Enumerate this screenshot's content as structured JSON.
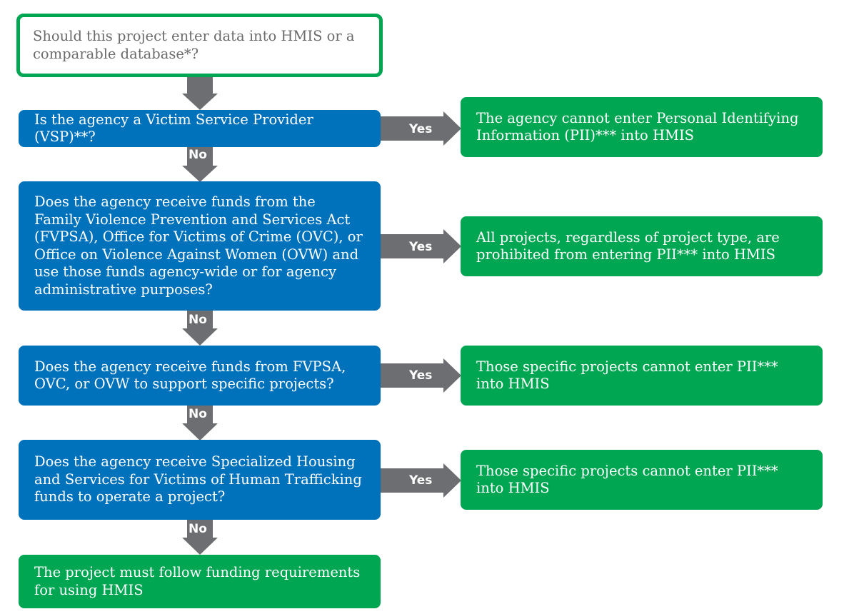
{
  "colors": {
    "question": "#0072bc",
    "answer": "#00a651",
    "arrow": "#6d6e71",
    "start_border": "#00a651"
  },
  "start": {
    "text": "Should this project enter data into HMIS or a comparable database*?"
  },
  "questions": [
    {
      "text": "Is the agency a Victim Service Provider (VSP)**?",
      "yes_label": "Yes",
      "yes_result": "The agency cannot enter Personal Identifying Information (PII)*** into HMIS",
      "no_label": "No"
    },
    {
      "text": "Does the agency receive funds from the Family Violence Prevention and Services Act (FVPSA), Office for Victims of Crime (OVC), or Office on Violence Against Women (OVW) and use those funds agency-wide or for agency administrative purposes?",
      "yes_label": "Yes",
      "yes_result": "All projects, regardless of project type, are prohibited from entering PII*** into HMIS",
      "no_label": "No"
    },
    {
      "text": "Does the agency receive funds from FVPSA, OVC, or OVW to support specific projects?",
      "yes_label": "Yes",
      "yes_result": "Those specific projects cannot enter PII*** into HMIS",
      "no_label": "No"
    },
    {
      "text": "Does the agency receive Specialized Housing and Services for Victims of Human Trafficking funds to operate a project?",
      "yes_label": "Yes",
      "yes_result": "Those specific projects cannot enter PII*** into HMIS",
      "no_label": "No"
    }
  ],
  "final": {
    "text": "The project must follow funding requirements for using HMIS"
  }
}
